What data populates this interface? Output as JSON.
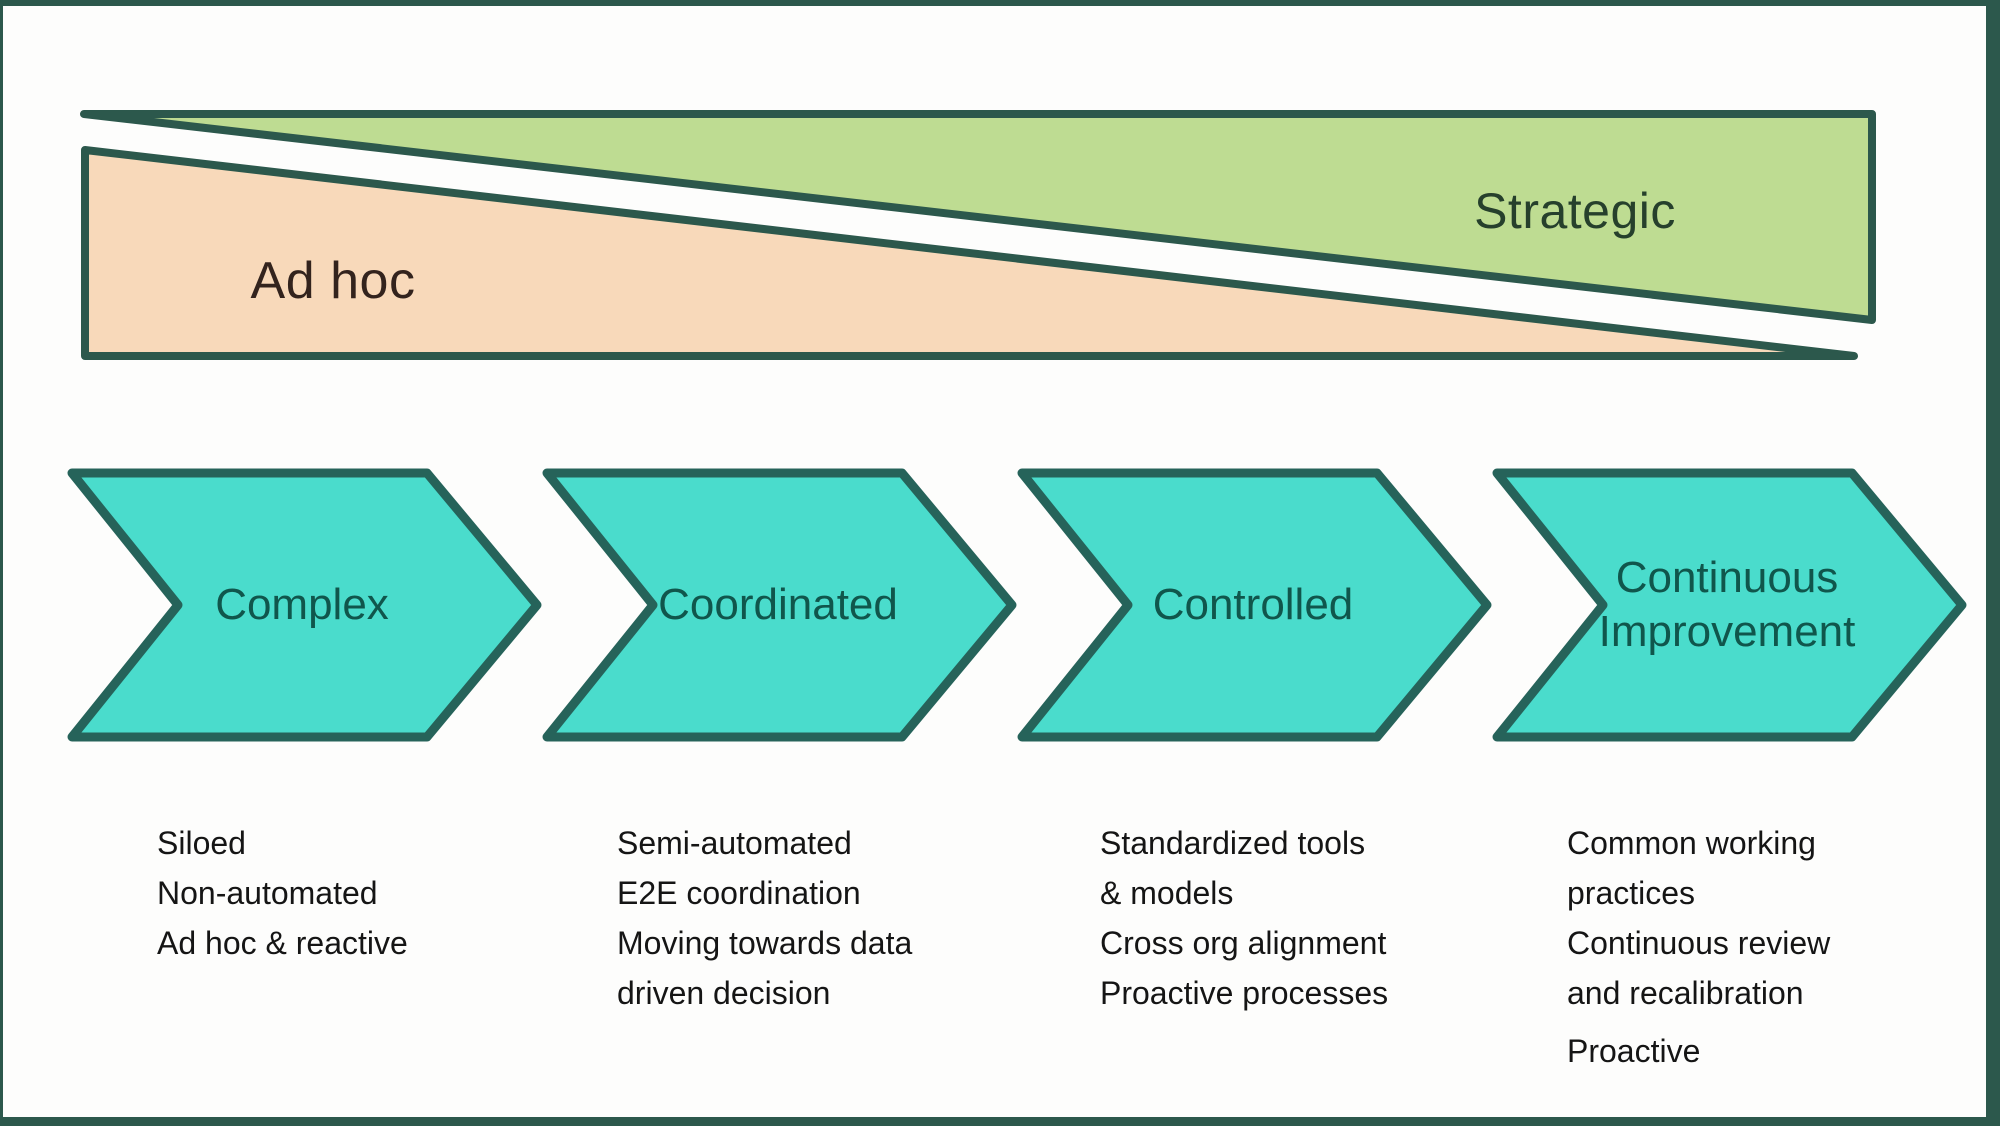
{
  "colors": {
    "frame_border": "#2c584c",
    "shape_outline": "#26635a",
    "wedge_outline": "#2c584c",
    "strategic_wedge_fill": "#bedc92",
    "adhoc_wedge_fill": "#f8d9ba",
    "chevron_fill": "#4adccc",
    "chevron_text": "#10564c",
    "adhoc_text": "#33231d",
    "strategic_text": "#26402c",
    "body_text": "#151515"
  },
  "top_band": {
    "adhoc_label": "Ad hoc",
    "strategic_label": "Strategic"
  },
  "stages": [
    {
      "label_lines": {
        "0": "Complex"
      },
      "desc_lines": {
        "0": "Siloed",
        "1": "Non-automated",
        "2": "Ad hoc & reactive"
      }
    },
    {
      "label_lines": {
        "0": "Coordinated"
      },
      "desc_lines": {
        "0": "Semi-automated",
        "1": "E2E coordination",
        "2": "Moving towards data",
        "3": "driven decision"
      }
    },
    {
      "label_lines": {
        "0": "Controlled"
      },
      "desc_lines": {
        "0": "Standardized tools",
        "1": "& models",
        "2": "Cross org alignment",
        "3": "Proactive processes"
      }
    },
    {
      "label_lines": {
        "0": "Continuous",
        "1": "Improvement"
      },
      "desc_lines": {
        "0": "Common working",
        "1": "practices",
        "2": "Continuous review",
        "3": "and recalibration",
        "4": "Proactive"
      }
    }
  ]
}
